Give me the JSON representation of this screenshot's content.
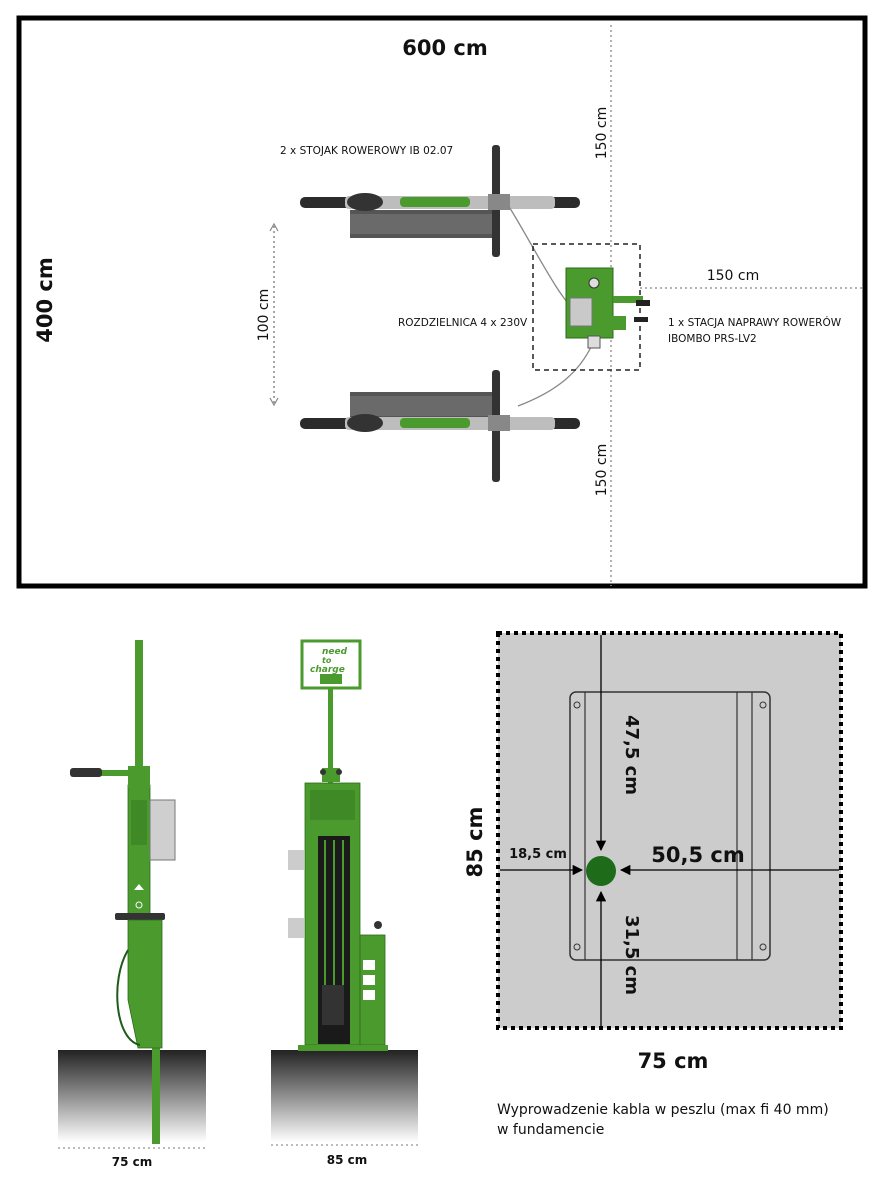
{
  "plan": {
    "width_label": "600 cm",
    "height_label": "400 cm",
    "top_gap_label": "150 cm",
    "bottom_gap_label": "150 cm",
    "right_gap_label": "150 cm",
    "rack_spacing_label": "100 cm",
    "rack_label": "2 x STOJAK ROWEROWY IB 02.07",
    "switchboard_label": "ROZDZIELNICA 4 x 230V",
    "station_label_1": "1 x STACJA NAPRAWY ROWERÓW",
    "station_label_2": "IBOMBO PRS-LV2"
  },
  "side_view": {
    "width_label": "75 cm"
  },
  "front_view": {
    "width_label": "85 cm",
    "sign_line1": "need",
    "sign_line2": "to",
    "sign_line3": "charge"
  },
  "foundation": {
    "width_label": "75 cm",
    "height_label": "85 cm",
    "top_label": "47,5 cm",
    "bottom_label": "31,5 cm",
    "left_label": "18,5 cm",
    "right_label": "50,5 cm",
    "note_line1": "Wyprowadzenie kabla w peszlu (max fi 40 mm)",
    "note_line2": "w fundamencie"
  },
  "colors": {
    "green": "#4a9a2e",
    "dark_green": "#1e6b1a",
    "foundation_fill": "#cccccc",
    "border": "#000000"
  }
}
